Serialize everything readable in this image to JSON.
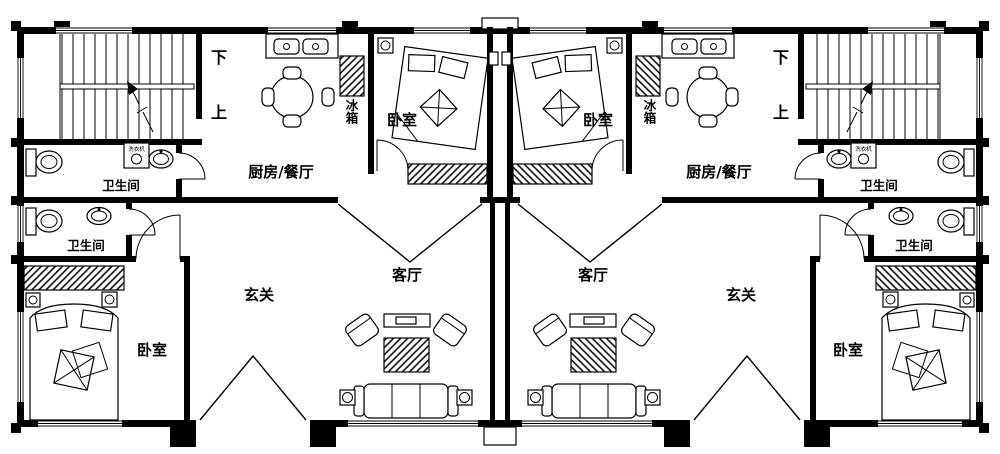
{
  "floor_plan": {
    "labels": {
      "stair_down": "下",
      "stair_up": "上",
      "fridge": "冰箱",
      "washing_machine": "洗衣机",
      "bathroom": "卫生间",
      "kitchen_dining": "厨房/餐厅",
      "bedroom": "卧室",
      "living_room": "客厅",
      "foyer": "玄关"
    },
    "colors": {
      "wall": "#000000",
      "background": "#ffffff"
    }
  }
}
